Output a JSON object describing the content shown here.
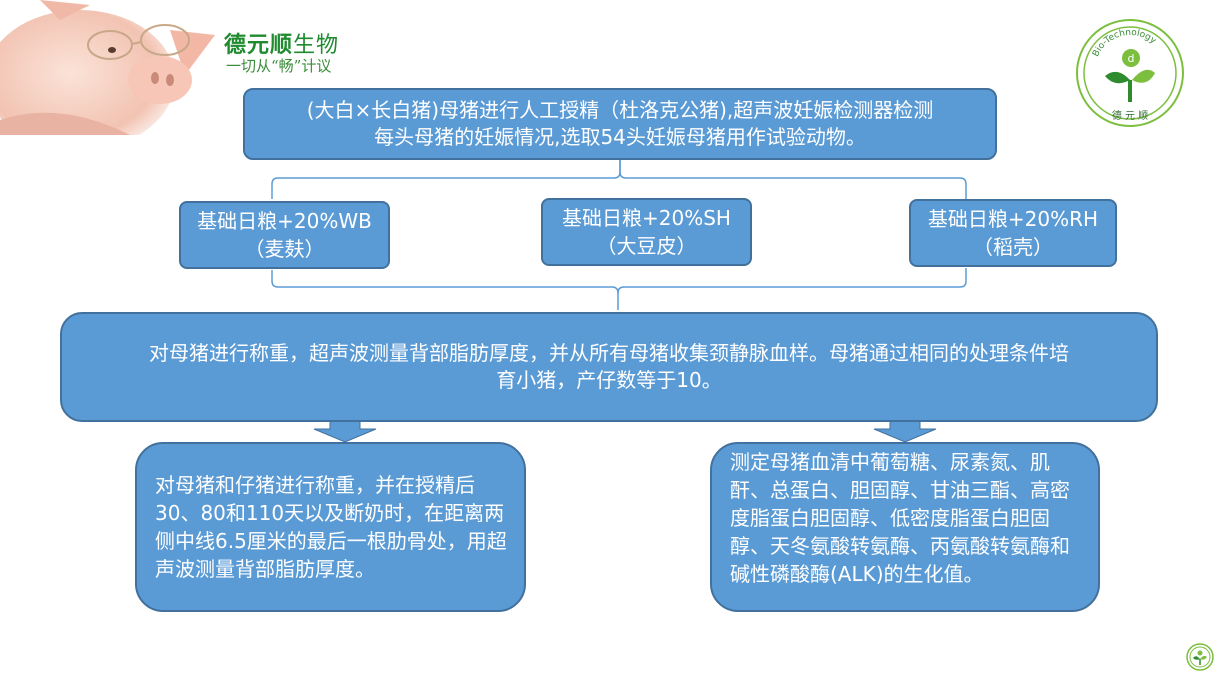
{
  "brand": {
    "name_bold": "德元顺",
    "name_light": "生物",
    "slogan": "一切从“畅”计议",
    "logo_text": "德 元 顺",
    "logo_arc": "Bio-Technology"
  },
  "colors": {
    "box_fill": "#5b9bd5",
    "box_border": "#41719c",
    "brand_green": "#1f8a2e"
  },
  "top_box": {
    "line1": "(大白×长白猪)母猪进行人工授精（杜洛克公猪),超声波妊娠检测器检测",
    "line2": "每头母猪的妊娠情况,选取54头妊娠母猪用作试验动物。"
  },
  "treatments": [
    {
      "line1": "基础日粮+20%WB",
      "line2": "（麦麸）"
    },
    {
      "line1": "基础日粮+20%SH",
      "line2": "（大豆皮）"
    },
    {
      "line1": "基础日粮+20%RH",
      "line2": "（稻壳）"
    }
  ],
  "middle_box": {
    "line1": "对母猪进行称重，超声波测量背部脂肪厚度，并从所有母猪收集颈静脉血样。母猪通过相同的处理条件培",
    "line2": "育小猪，产仔数等于10。"
  },
  "left_box": {
    "text": "对母猪和仔猪进行称重，并在授精后30、80和110天以及断奶时，在距离两侧中线6.5厘米的最后一根肋骨处，用超声波测量背部脂肪厚度。"
  },
  "right_box": {
    "text": "测定母猪血清中葡萄糖、尿素氮、肌酐、总蛋白、胆固醇、甘油三酯、高密度脂蛋白胆固醇、低密度脂蛋白胆固醇、天冬氨酸转氨酶、丙氨酸转氨酶和碱性磷酸酶(ALK)的生化值。"
  }
}
